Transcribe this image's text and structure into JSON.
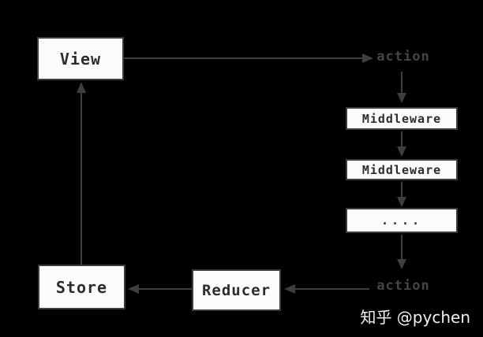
{
  "nodes": {
    "view": {
      "label": "View"
    },
    "middleware1": {
      "label": "Middleware"
    },
    "middleware2": {
      "label": "Middleware"
    },
    "ellipsis": {
      "label": "...."
    },
    "reducer": {
      "label": "Reducer"
    },
    "store": {
      "label": "Store"
    }
  },
  "edge_labels": {
    "action_top": "action",
    "action_bottom": "action"
  },
  "watermark": "知乎 @pychen",
  "colors": {
    "background": "#000000",
    "node_fill": "#fbfbfb",
    "node_border": "#3c3c3c",
    "node_text": "#2d2d2d",
    "line": "#3e3e3e",
    "edge_label_text": "#454545",
    "watermark_text": "#f2f2f2"
  }
}
